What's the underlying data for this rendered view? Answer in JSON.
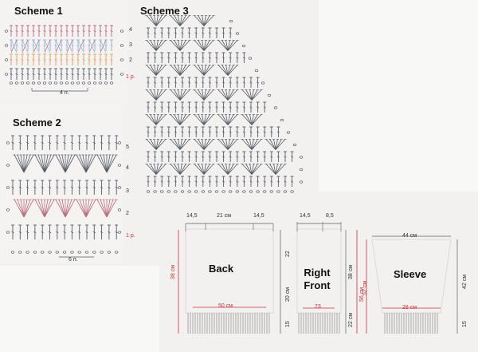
{
  "schemes": {
    "s1": {
      "title": "Scheme 1",
      "rows": [
        "4",
        "3",
        "2",
        "1 р."
      ],
      "repeat": "4 п."
    },
    "s2": {
      "title": "Scheme 2",
      "rows": [
        "5",
        "4",
        "3",
        "2",
        "1 р."
      ],
      "repeat": "6 п."
    },
    "s3": {
      "title": "Scheme 3"
    }
  },
  "pieces": {
    "back": {
      "label": "Back",
      "top_dims": [
        "14,5",
        "21 см",
        "14,5"
      ],
      "width": "50 см",
      "side_total": "38 см",
      "side_parts": [
        "22",
        "20 см",
        "15"
      ]
    },
    "front": {
      "label": "Right Front",
      "top_dims": [
        "14,5",
        "8,5"
      ],
      "width": "23",
      "side_upper": "38 см",
      "side_total": "56 см",
      "side_lower": "22 см"
    },
    "sleeve": {
      "label": "Sleeve",
      "top_width": "44 см",
      "bottom_width": "28 см",
      "side_total": "42 см",
      "side_lower": "15",
      "left_dim": "52 см"
    }
  },
  "colors": {
    "ink": "#555c66",
    "accent": "#c8323c",
    "pink": "#b9687a",
    "blue": "#8fb2d6",
    "orange": "#d9a25e"
  }
}
